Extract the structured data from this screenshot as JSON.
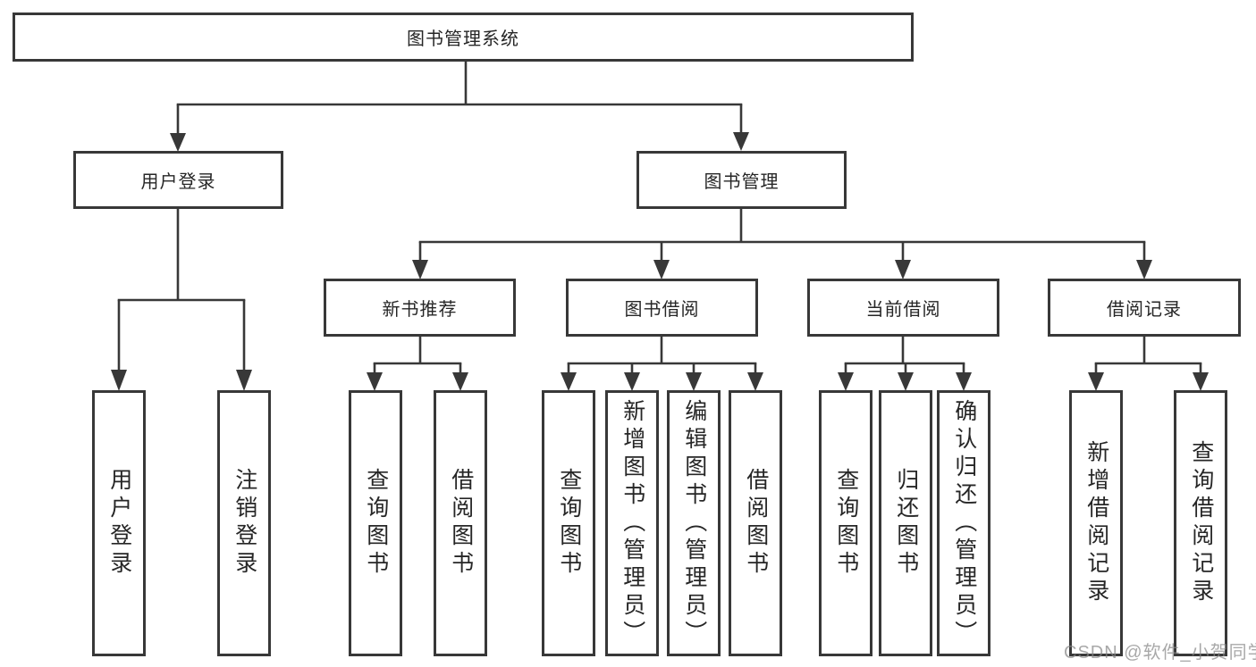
{
  "diagram": {
    "root": {
      "label": "图书管理系统"
    },
    "branches": [
      {
        "label": "用户登录",
        "leaves": [
          {
            "label": "用户登录"
          },
          {
            "label": "注销登录"
          }
        ]
      },
      {
        "label": "图书管理",
        "sections": [
          {
            "label": "新书推荐",
            "leaves": [
              {
                "label": "查询图书"
              },
              {
                "label": "借阅图书"
              }
            ]
          },
          {
            "label": "图书借阅",
            "leaves": [
              {
                "label": "查询图书"
              },
              {
                "label": "新增图书（管理员）"
              },
              {
                "label": "编辑图书（管理员）"
              },
              {
                "label": "借阅图书"
              }
            ]
          },
          {
            "label": "当前借阅",
            "leaves": [
              {
                "label": "查询图书"
              },
              {
                "label": "归还图书"
              },
              {
                "label": "确认归还（管理员）"
              }
            ]
          },
          {
            "label": "借阅记录",
            "leaves": [
              {
                "label": "新增借阅记录"
              },
              {
                "label": "查询借阅记录"
              }
            ]
          }
        ]
      }
    ]
  },
  "watermark": {
    "text": "CSDN @软件_小贺同学"
  },
  "colors": {
    "line": "#383838",
    "box_border": "#383838",
    "box_fill": "#ffffff",
    "text": "#262626",
    "watermark_text": "#868686",
    "background": "#ffffff"
  }
}
